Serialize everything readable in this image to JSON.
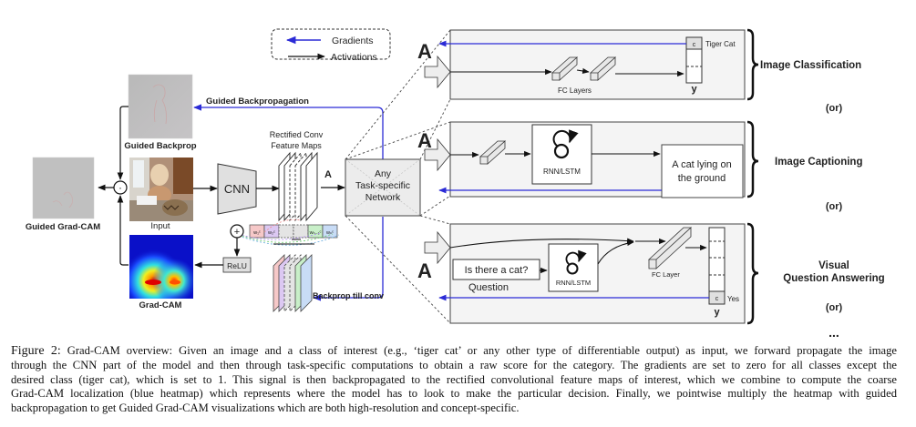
{
  "legend": {
    "gradients": "Gradients",
    "activations": "Activations"
  },
  "colors": {
    "gradient_arrow": "#2b2bd6",
    "activation_arrow": "#111111",
    "panel_fill": "#f4f4f4",
    "box_fill": "#e2e2e2",
    "weight_colors": [
      "#f6c8c8",
      "#dcc8f2",
      "#e4e4e4",
      "#e4e4e4",
      "#c8efc8",
      "#c8dcf6"
    ]
  },
  "left": {
    "guided_backprop_label": "Guided Backprop",
    "input_label": "Input",
    "guided_gradcam_label": "Guided Grad-CAM",
    "gradcam_label": "Grad-CAM",
    "cnn_label": "CNN",
    "relu_label": "ReLU",
    "plus_symbol": "+",
    "dot_symbol": "·",
    "guided_backprop_arrow_label": "Guided Backpropagation",
    "rectified_maps_label_1": "Rectified Conv",
    "rectified_maps_label_2": "Feature Maps",
    "a_label": "A",
    "backprop_till_conv_label": "Backprop till conv",
    "weights": [
      "w₁ᶜ",
      "w₂ᶜ",
      "",
      "",
      "wₙ₋₁ᶜ",
      "wₙᶜ"
    ]
  },
  "task_network": {
    "line1": "Any",
    "line2": "Task-specific",
    "line3": "Network"
  },
  "panels": {
    "classification": {
      "a_label": "A",
      "fc_label": "FC Layers",
      "class_label": "c",
      "class_name": "Tiger Cat",
      "y_label": "y",
      "task_label": "Image Classification"
    },
    "captioning": {
      "a_label": "A",
      "rnn_label": "RNN/LSTM",
      "caption_line1": "A cat lying on",
      "caption_line2": "the ground",
      "task_label": "Image Captioning"
    },
    "vqa": {
      "a_label": "A",
      "question_text": "Is there a cat?",
      "question_label": "Question",
      "rnn_label": "RNN/LSTM",
      "fc_label": "FC Layer",
      "class_label": "c",
      "answer": "Yes",
      "y_label": "y",
      "task_label_1": "Visual",
      "task_label_2": "Question Answering"
    },
    "or_label": "(or)",
    "ellipsis": "..."
  },
  "caption": {
    "figure_label": "Figure 2:",
    "lines": [
      "Grad-CAM overview: Given an image and a class of interest (e.g., ‘tiger cat’ or any other type of differentiable output) as input, we forward propagate the image",
      "through the CNN part of the model and then through task-specific computations to obtain a raw score for the category.  The gradients are set to zero for all classes except the",
      "desired class (tiger cat), which is set to 1.  This signal is then backpropagated to the rectified convolutional feature maps of interest, which we combine to compute the coarse",
      "Grad-CAM localization (blue heatmap) which represents where the model has to look to make the particular decision.  Finally, we pointwise multiply the heatmap with guided",
      "backpropagation to get Guided Grad-CAM visualizations which are both high-resolution and concept-specific."
    ]
  }
}
